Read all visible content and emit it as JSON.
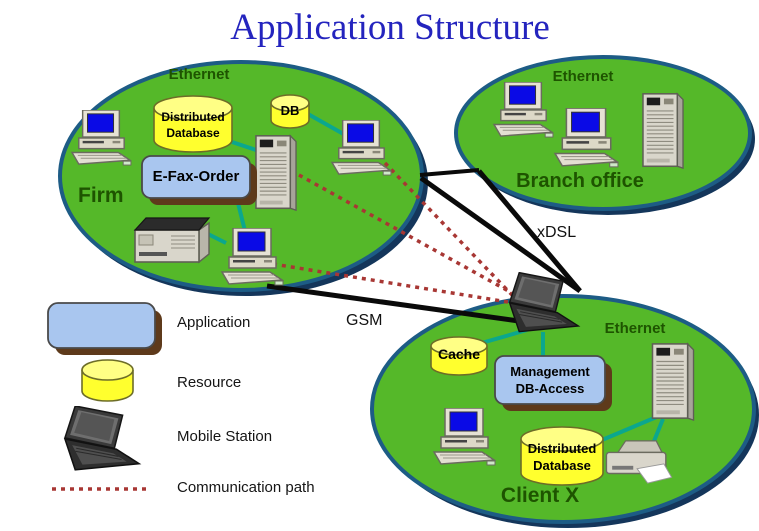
{
  "title": "Application Structure",
  "networks": {
    "firm": {
      "name": "Firm",
      "protocol": "Ethernet"
    },
    "branch_office": {
      "name": "Branch office",
      "protocol": "Ethernet"
    },
    "client_x": {
      "name": "Client X",
      "protocol": "Ethernet"
    }
  },
  "nodes": {
    "firm_distributed_database": {
      "line1": "Distributed",
      "line2": "Database"
    },
    "firm_db": {
      "label": "DB"
    },
    "firm_e_fax_order": {
      "label": "E-Fax-Order"
    },
    "client_cache": {
      "label": "Cache"
    },
    "client_management_db_access": {
      "line1": "Management",
      "line2": "DB-Access"
    },
    "client_distributed_database": {
      "line1": "Distributed",
      "line2": "Database"
    }
  },
  "connections": {
    "xdsl_label": "xDSL",
    "gsm_label": "GSM"
  },
  "legend": {
    "application": "Application",
    "resource": "Resource",
    "mobile_station": "Mobile Station",
    "communication_path": "Communication path"
  },
  "colors": {
    "network_fill": "#55B829",
    "network_border": "#1D5C85",
    "resource_fill": "#FFFF2E",
    "application_fill": "#A9C6EF",
    "ethernet_link": "#0BA78E",
    "communication_path": "#A83734",
    "title_color": "#2424BE"
  }
}
